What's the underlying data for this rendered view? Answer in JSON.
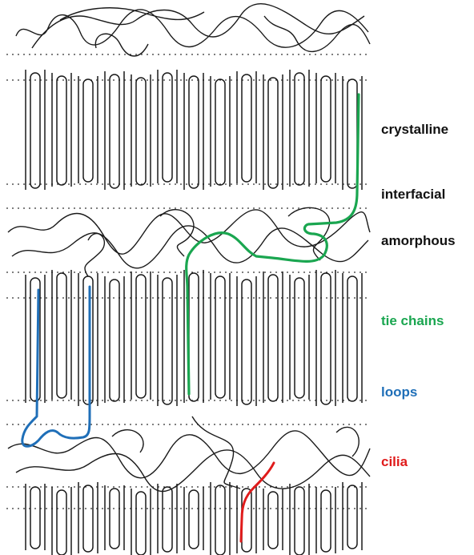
{
  "labels": {
    "crystalline": "crystalline",
    "interfacial": "interfacial",
    "amorphous": "amorphous",
    "tie_chains": "tie chains",
    "loops": "loops",
    "cilia": "cilia"
  },
  "colors": {
    "chain": "#1a1a1a",
    "dotted": "#333333",
    "tie_chains": "#1aa650",
    "loops": "#1f6fb8",
    "cilia": "#e01b1b",
    "text": "#111111"
  }
}
